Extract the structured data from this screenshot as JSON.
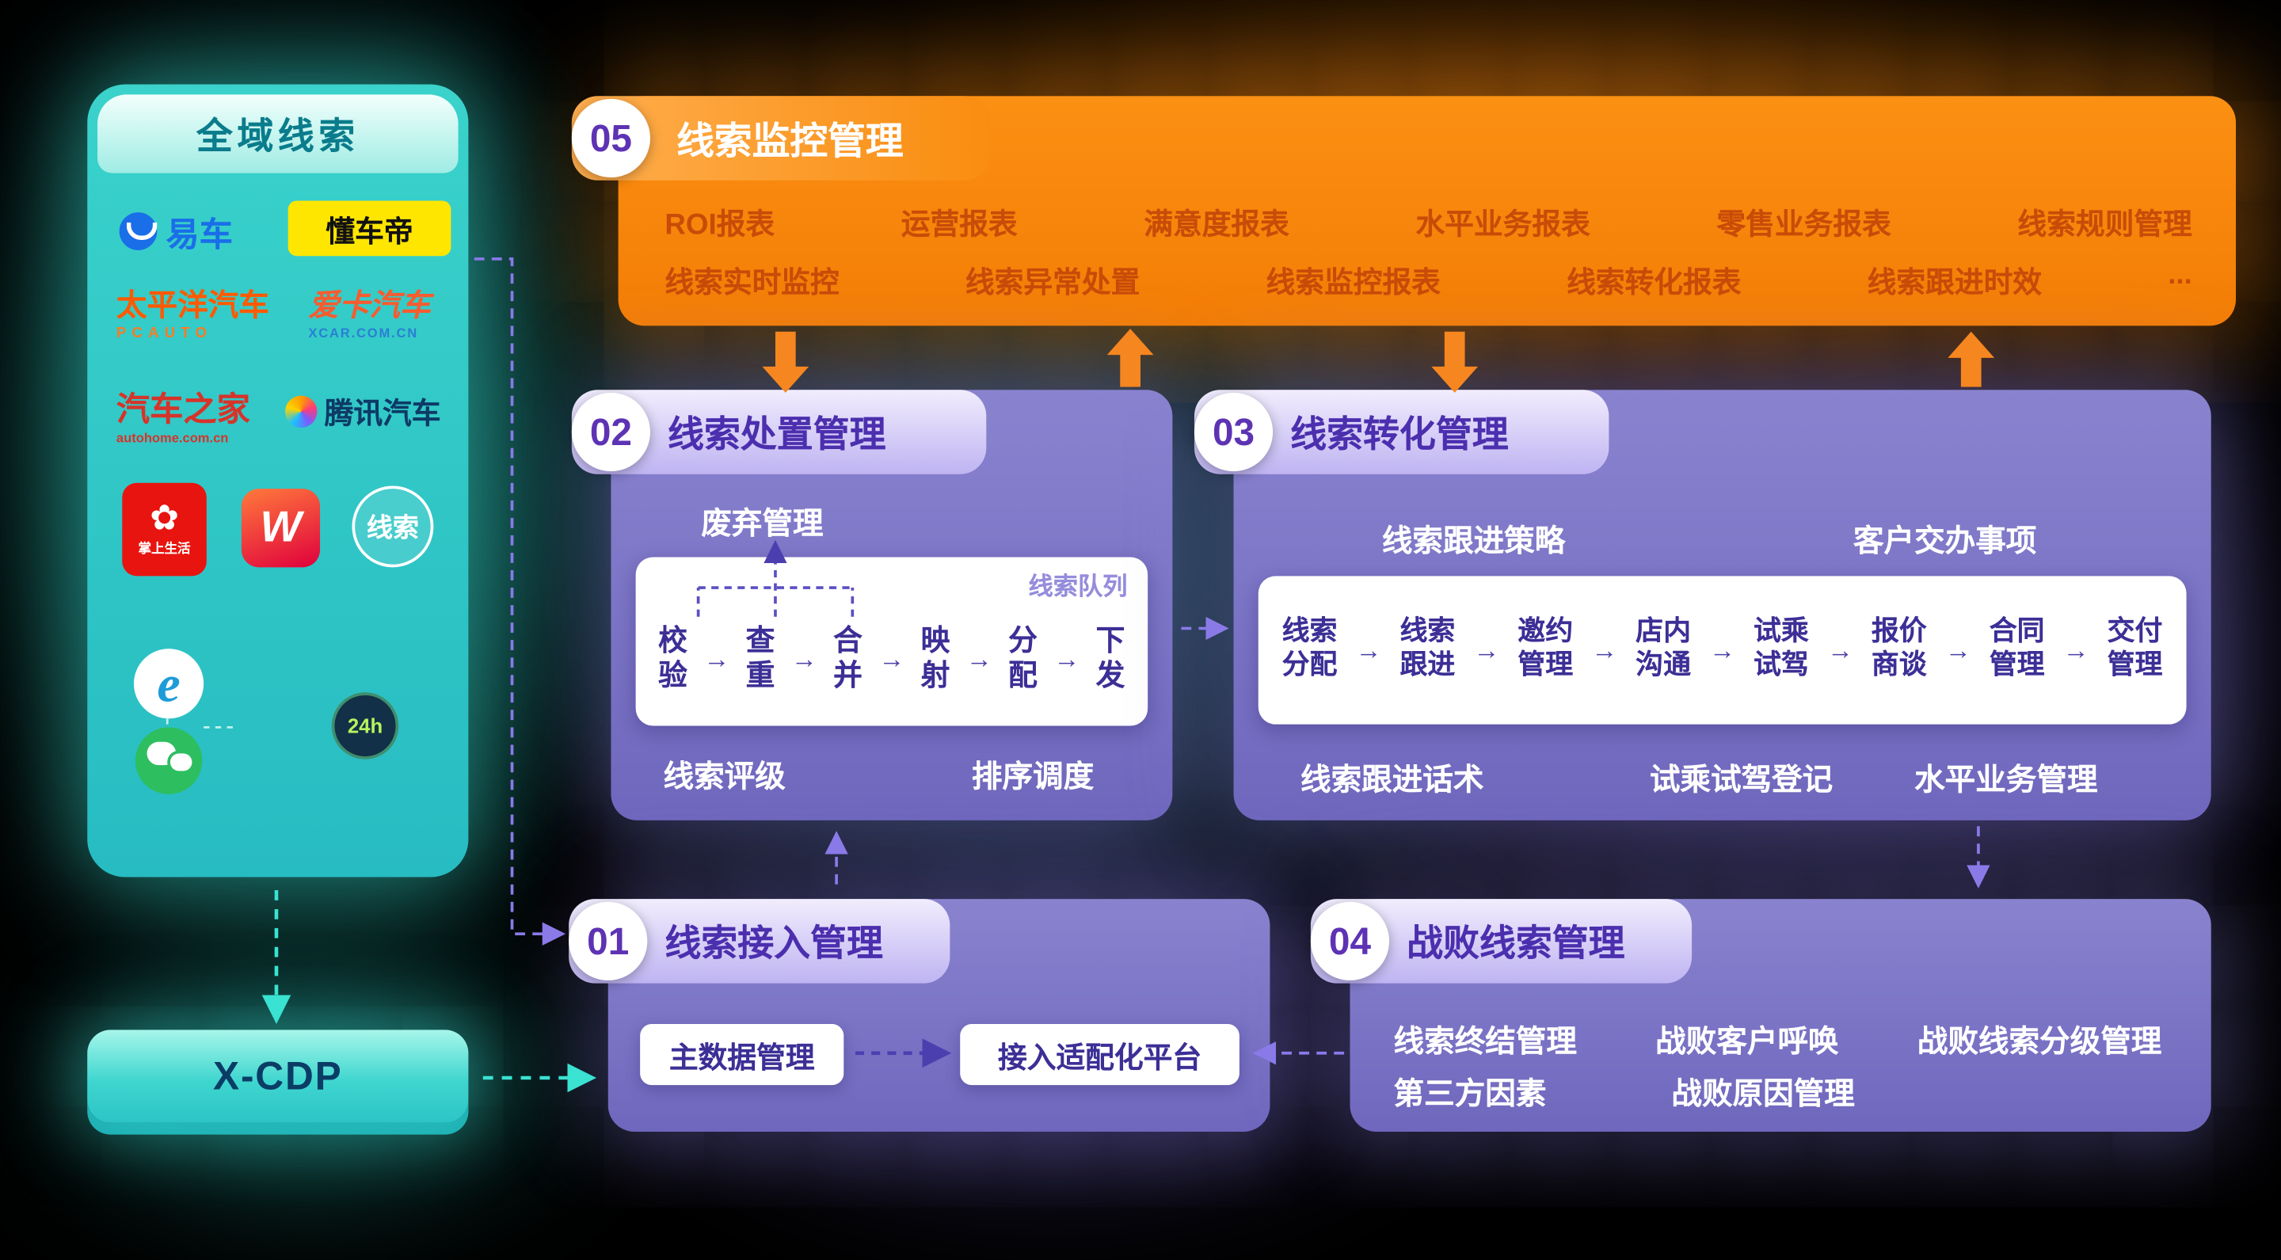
{
  "left_panel": {
    "title": "全域线索",
    "logos": {
      "yiche": "易车",
      "dongchedi": "懂车帝",
      "pcauto": "太平洋汽车",
      "pcauto_sub": "PCAUTO",
      "xcar": "爱卡汽车",
      "xcar_sub": "XCAR.COM.CN",
      "autohome": "汽车之家",
      "autohome_sub": "autohome.com.cn",
      "tencent": "腾讯汽车",
      "zssh": "掌上生活",
      "zssh_flower": "✿",
      "w": "W",
      "xiansuo": "线索",
      "ie": "e",
      "h24": "24h"
    }
  },
  "xcdp": {
    "label": "X-CDP"
  },
  "icons": {
    "arrow": "→"
  },
  "panel05": {
    "number": "05",
    "title": "线索监控管理",
    "row1": [
      "ROI报表",
      "运营报表",
      "满意度报表",
      "水平业务报表",
      "零售业务报表",
      "线索规则管理"
    ],
    "row2": [
      "线索实时监控",
      "线索异常处置",
      "线索监控报表",
      "线索转化报表",
      "线索跟进时效",
      "..."
    ]
  },
  "panel02": {
    "number": "02",
    "title": "线索处置管理",
    "discard_label": "废弃管理",
    "queue_label": "线索队列",
    "steps": [
      "校\n验",
      "查\n重",
      "合\n并",
      "映\n射",
      "分\n配",
      "下\n发"
    ],
    "bottom_left": "线索评级",
    "bottom_right": "排序调度"
  },
  "panel03": {
    "number": "03",
    "title": "线索转化管理",
    "top_left": "线索跟进策略",
    "top_right": "客户交办事项",
    "steps": [
      "线索\n分配",
      "线索\n跟进",
      "邀约\n管理",
      "店内\n沟通",
      "试乘\n试驾",
      "报价\n商谈",
      "合同\n管理",
      "交付\n管理"
    ],
    "bottom_1": "线索跟进话术",
    "bottom_2": "试乘试驾登记",
    "bottom_3": "水平业务管理"
  },
  "panel01": {
    "number": "01",
    "title": "线索接入管理",
    "box1": "主数据管理",
    "box2": "接入适配化平台"
  },
  "panel04": {
    "number": "04",
    "title": "战败线索管理",
    "row1": [
      "线索终结管理",
      "战败客户呼唤",
      "战败线索分级管理"
    ],
    "row2": [
      "第三方因素",
      "战败原因管理"
    ]
  },
  "colors": {
    "teal": "#35d0c5",
    "orange": "#f6861f",
    "purple_panel": "#7b74c4",
    "deep_purple_text": "#3c2f96",
    "orange_item_text": "#c94b08"
  }
}
